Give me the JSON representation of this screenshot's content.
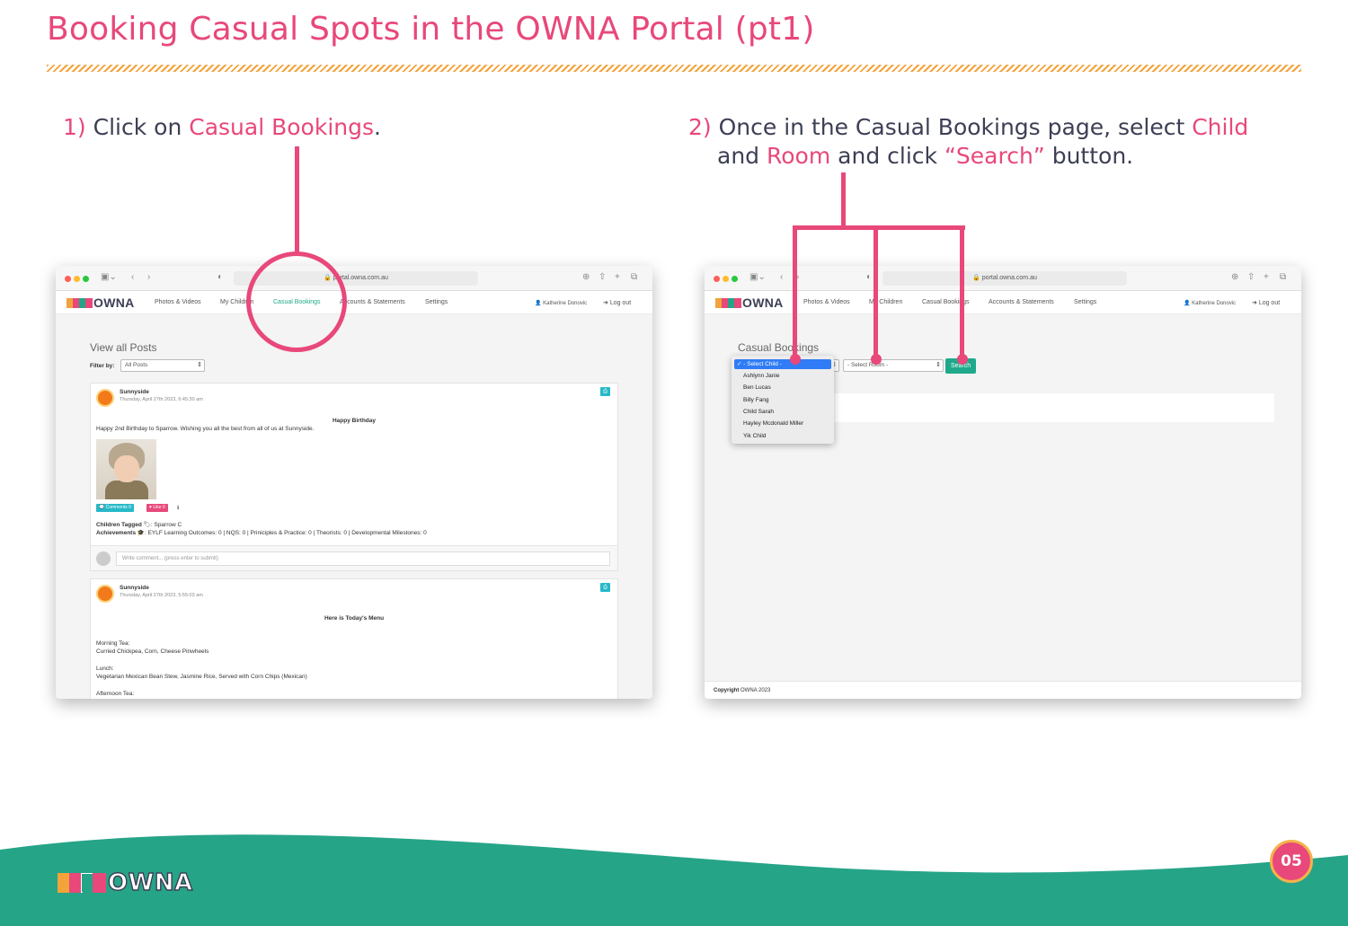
{
  "header": {
    "title": "Booking Casual Spots in the OWNA Portal (pt1)"
  },
  "steps": {
    "step1": {
      "number": "1)",
      "text_before": "Click on",
      "highlight": "Casual Bookings",
      "text_after": "."
    },
    "step2": {
      "number": "2)",
      "text_before": "Once in the Casual Bookings page, select",
      "highlight_child": "Child",
      "text_and": "and",
      "highlight_room": "Room",
      "text_click": "and click",
      "highlight_search": "“Search”",
      "text_after": "button."
    }
  },
  "browser": {
    "url": "portal.owna.com.au",
    "logo_text": "OWNA",
    "nav": {
      "photos": "Photos & Videos",
      "children": "My Children",
      "casual": "Casual Bookings",
      "accounts": "Accounts & Statements",
      "settings": "Settings",
      "user": "Katherine Donovic",
      "logout": "Log out"
    }
  },
  "screen1": {
    "title": "View all Posts",
    "filter_label": "Filter by:",
    "filter_value": "All Posts",
    "post1": {
      "author": "Sunnyside",
      "date": "Thursday, April 27th 2023, 6:45:30 am",
      "heading": "Happy Birthday",
      "body": "Happy 2nd Birthday to Sparrow. Wishing you all the best from all of us at Sunnyside.",
      "comments_btn": "Comments 0",
      "like_btn": "Like 0",
      "tagged_label": "Children Tagged",
      "tagged_value": ": Sparrow C",
      "achievements_label": "Achievements",
      "achievements_value": ": EYLF Learning Outcomes: 0 | NQS: 0 | Priniciples & Practice: 0 | Theorists: 0 | Developmental Milestones: 0",
      "comment_placeholder": "Write comment... (press enter to submit)"
    },
    "post2": {
      "author": "Sunnyside",
      "date": "Thursday, April 27th 2023, 5:55:03 am",
      "heading": "Here is Today's Menu",
      "morning_label": "Morning Tea:",
      "morning_value": "Curried Chickpea, Corn, Cheese Pinwheels",
      "lunch_label": "Lunch:",
      "lunch_value": "Vegetarian Mexican Bean Stew, Jasmine Rice, Served with Corn Chips (Mexican)",
      "afternoon_label": "Afternoon Tea:"
    }
  },
  "screen2": {
    "title": "Casual Bookings",
    "child_select": "- Select Child -",
    "room_select": "- Select Room -",
    "search_btn": "Search",
    "children": [
      "Ashlynn Janie",
      "Ben Lucas",
      "Billy Fang",
      "Child Sarah",
      "Hayley Mcdonald Miller",
      "Yik Child"
    ],
    "footer_bold": "Copyright",
    "footer_rest": " OWNA 2023"
  },
  "footer": {
    "logo_text": "OWNA",
    "page_number": "05"
  },
  "colors": {
    "accent": "#e8487a",
    "teal": "#26a488",
    "orange": "#f2a33a",
    "dark": "#3d3f55"
  }
}
